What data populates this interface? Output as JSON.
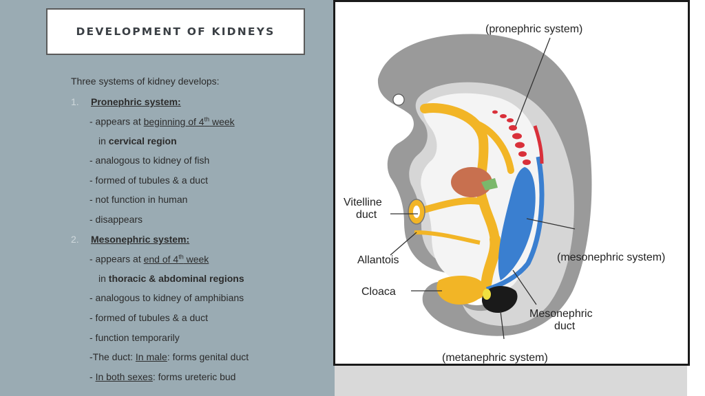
{
  "title": "DEVELOPMENT OF KIDNEYS",
  "intro": "Three systems of kidney develops:",
  "pro": {
    "num": "1.",
    "heading": "Pronephric system:",
    "l1_pre": "- appears at ",
    "l1_u": "beginning of 4",
    "l1_sup": "th",
    "l1_u2": " week",
    "l2_pre": "in ",
    "l2_b": "cervical region",
    "l3": "- analogous to kidney of fish",
    "l4": "- formed of tubules & a duct",
    "l5": "- not function in human",
    "l6": "- disappears"
  },
  "meso": {
    "num": "2.",
    "heading": "Mesonephric system:",
    "l1_pre": "- appears at ",
    "l1_u": "end of 4",
    "l1_sup": "th",
    "l1_u2": " week",
    "l2_pre": "in ",
    "l2_b": "thoracic & abdominal regions",
    "l3": "- analogous to kidney of amphibians",
    "l4": "- formed of tubules & a duct",
    "l5": "- function temporarily",
    "l6_pre": "-The duct: ",
    "l6_u": "In male",
    "l6_post": ": forms genital duct",
    "l7_pre": "- ",
    "l7_u": "In both sexes",
    "l7_post": ": forms ureteric bud"
  },
  "figure": {
    "labels": {
      "pronephric": "(pronephric system)",
      "vitelline1": "Vitelline",
      "vitelline2": "duct",
      "allantois": "Allantois",
      "mesonephric_system": "(mesonephric system)",
      "cloaca": "Cloaca",
      "meso_duct1": "Mesonephric",
      "meso_duct2": "duct",
      "metanephric": "(metanephric system)"
    },
    "colors": {
      "embryo_outer": "#9a9a9a",
      "embryo_inner": "#d6d6d6",
      "gut": "#f2b526",
      "duct_blue": "#3a7fd0",
      "pronephric_red": "#d9303a",
      "liver": "#c8704f",
      "metanephric": "#1a1a1a"
    }
  }
}
